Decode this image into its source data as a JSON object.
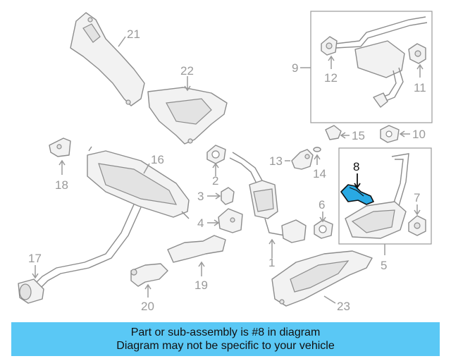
{
  "diagram": {
    "highlighted_part": "8",
    "highlight_color": "#29a9e3",
    "callouts": [
      "1",
      "2",
      "3",
      "4",
      "5",
      "6",
      "7",
      "8",
      "9",
      "10",
      "11",
      "12",
      "13",
      "14",
      "15",
      "16",
      "17",
      "18",
      "19",
      "20",
      "21",
      "22",
      "23"
    ]
  },
  "banner": {
    "background": "#5ac8f5",
    "line1": "Part or sub-assembly is #8 in diagram",
    "line2": "Diagram may not be specific to your vehicle"
  }
}
